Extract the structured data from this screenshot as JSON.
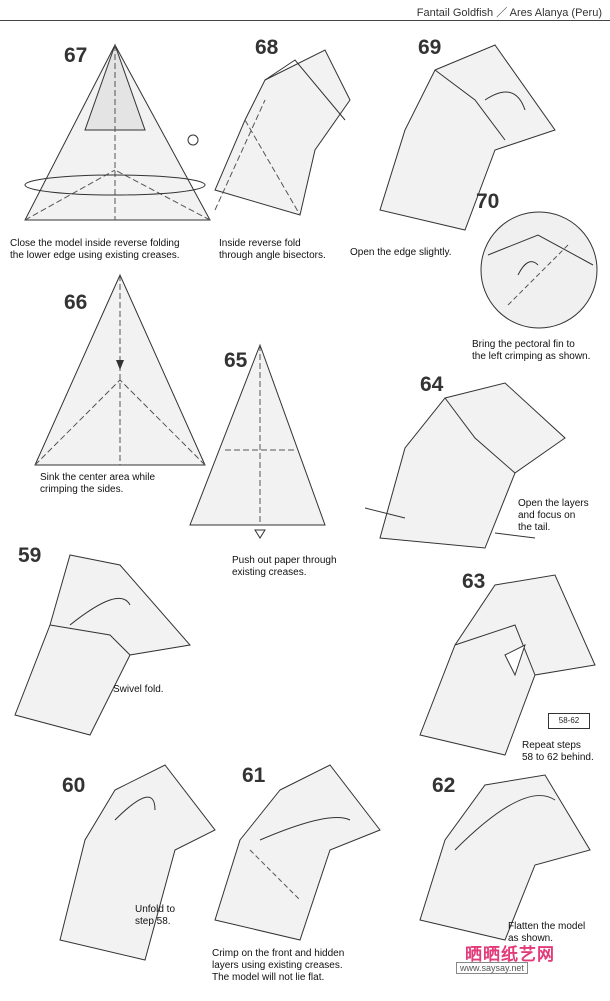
{
  "header": {
    "title": "Fantail Goldfish ／ Ares Alanya (Peru)"
  },
  "steps": [
    {
      "number": "67",
      "caption": "Close the model inside reverse folding\nthe lower edge using existing creases."
    },
    {
      "number": "68",
      "caption": "Inside reverse fold\nthrough angle bisectors."
    },
    {
      "number": "69",
      "caption": "Open the edge slightly."
    },
    {
      "number": "70",
      "caption": "Bring the pectoral fin to\nthe left crimping as shown."
    },
    {
      "number": "66",
      "caption": "Sink the center area while\ncrimping the sides."
    },
    {
      "number": "65",
      "caption": "Push out paper through\nexisting creases."
    },
    {
      "number": "64",
      "caption": "Open the layers\nand focus on\nthe tail."
    },
    {
      "number": "59",
      "caption": "Swivel fold."
    },
    {
      "number": "63",
      "caption": "Repeat steps\n58 to 62 behind."
    },
    {
      "number": "60",
      "caption": "Unfold to\nstep 58."
    },
    {
      "number": "61",
      "caption": "Crimp on the front and hidden\nlayers using existing creases.\nThe model will not lie flat."
    },
    {
      "number": "62",
      "caption": "Flatten the model\nas shown."
    }
  ],
  "repeat_ref": "58-62",
  "watermark": {
    "text": "晒晒纸艺网",
    "url": "www.saysay.net"
  }
}
